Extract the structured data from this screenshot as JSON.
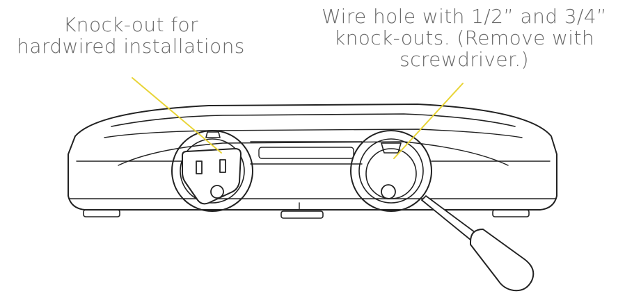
{
  "callouts": {
    "knockout": {
      "lines": [
        "Knock-out for",
        "hardwired installations"
      ]
    },
    "wire_hole": {
      "lines": [
        "Wire hole with 1/2” and 3/4”",
        "knock-outs. (Remove with",
        "screwdriver.)"
      ]
    }
  },
  "colors": {
    "leader_line": "#e8d437",
    "outline": "#222222",
    "text": "#6a6a6a"
  }
}
